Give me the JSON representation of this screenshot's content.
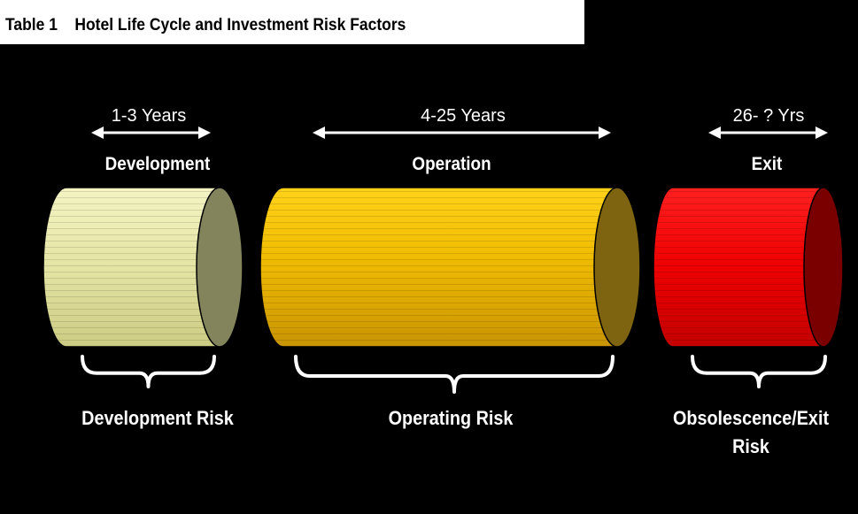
{
  "header": {
    "table_label": "Table 1",
    "title": "Hotel Life Cycle and Investment Risk Factors"
  },
  "stages": [
    {
      "duration": "1-3 Years",
      "phase": "Development",
      "risk_line1": "Development Risk",
      "risk_line2": "",
      "color": "#e0e0a0",
      "end_color": "#84845c"
    },
    {
      "duration": "4-25 Years",
      "phase": "Operation",
      "risk_line1": "Operating Risk",
      "risk_line2": "",
      "color": "#eebb00",
      "end_color": "#7e6410"
    },
    {
      "duration": "26- ? Yrs",
      "phase": "Exit",
      "risk_line1": "Obsolescence/Exit",
      "risk_line2": "Risk",
      "color": "#ee0000",
      "end_color": "#7a0000"
    }
  ],
  "colors": {
    "background": "#000000",
    "header_background": "#ffffff",
    "text": "#ffffff"
  }
}
